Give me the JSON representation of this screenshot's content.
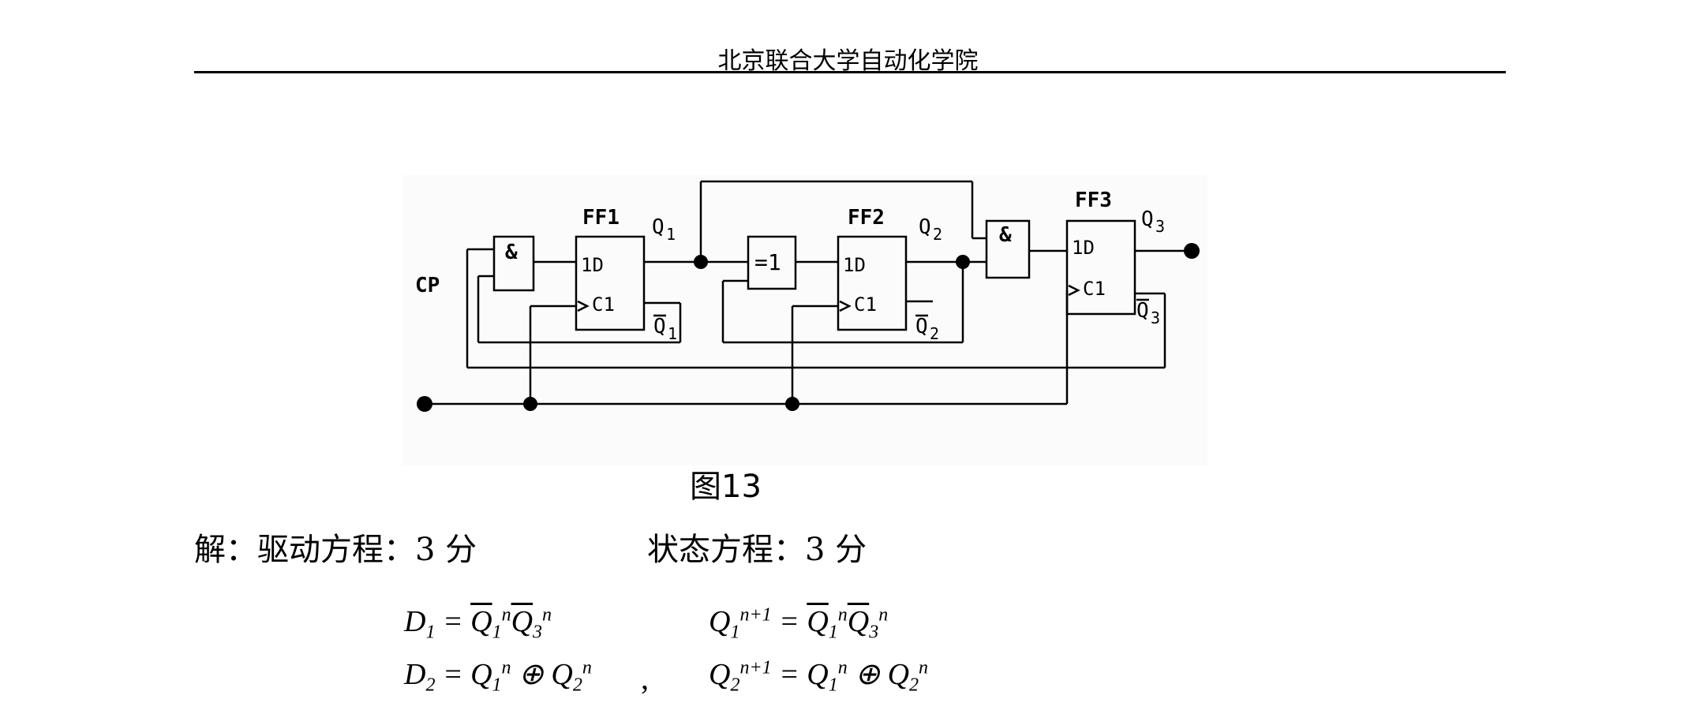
{
  "header": {
    "title": "北京联合大学自动化学院"
  },
  "figure": {
    "caption": "图13",
    "labels": {
      "ff1": "FF1",
      "ff2": "FF2",
      "ff3": "FF3",
      "and_gate": "&",
      "xor_gate": "=1",
      "d_input": "1D",
      "c_input": "C1",
      "q": "Q",
      "cp": "CP",
      "sub1": "1",
      "sub2": "2",
      "sub3": "3"
    }
  },
  "solution": {
    "left": "解：驱动方程：3 分",
    "right": "状态方程：3 分"
  },
  "equations": {
    "d1": {
      "lhs": "D",
      "sub": "1",
      "rhs_a": "Q",
      "rhs_b": "Q"
    },
    "d2": {
      "lhs": "D",
      "sub": "2"
    },
    "q1": {
      "lhs": "Q",
      "sub": "1",
      "sup": "n+1"
    },
    "q2": {
      "lhs": "Q",
      "sub": "2",
      "sup": "n+1"
    },
    "comma": ","
  }
}
